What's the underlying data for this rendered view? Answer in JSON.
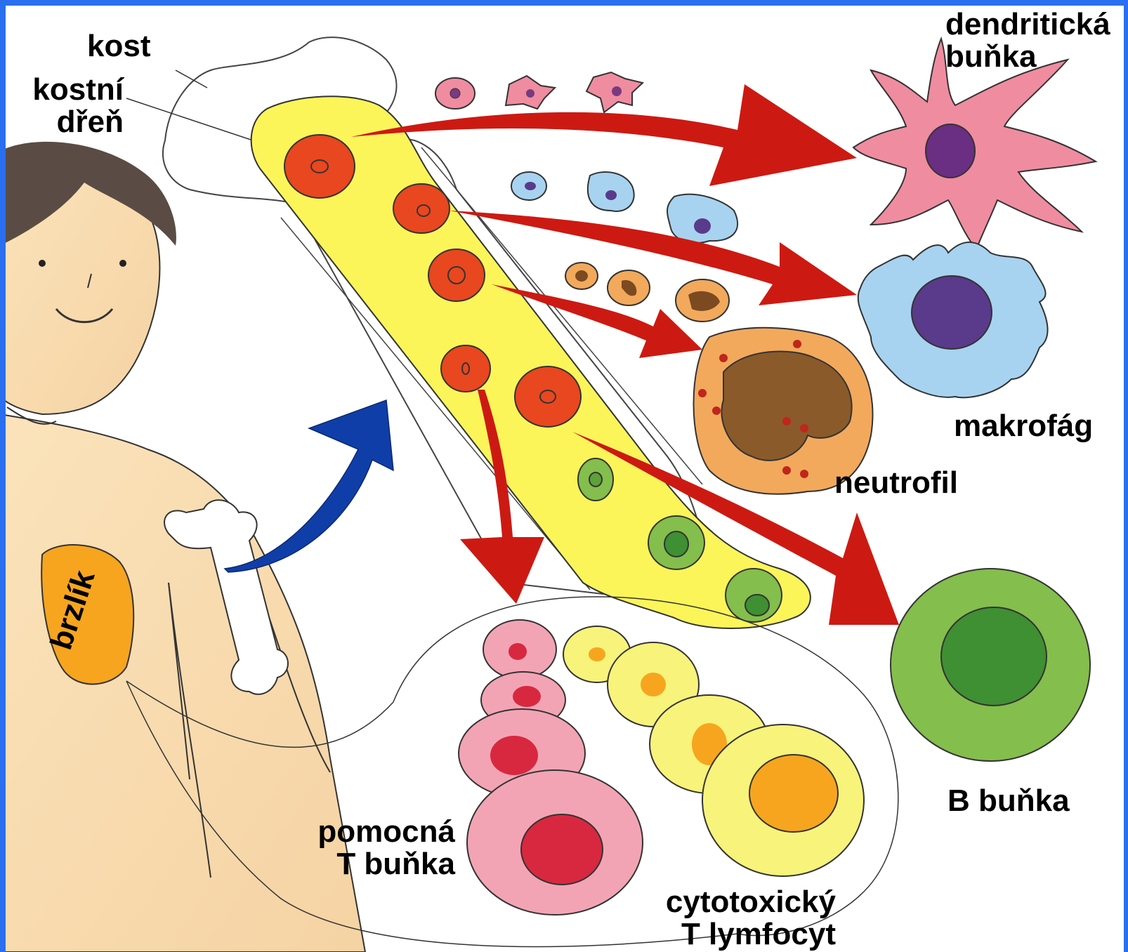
{
  "labels": {
    "kost": "kost",
    "kostni_dren": "kostní\ndřeň",
    "dendriticka_bunka": "dendritická\nbuňka",
    "makrofag": "makrofág",
    "neutrofil": "neutrofil",
    "b_bunka": "B buňka",
    "brzlik": "brzlík",
    "pomocna_t_bunka": "pomocná\nT buňka",
    "cytotoxicky_t_lymfocyt": "cytotoxický\nT lymfocyt"
  },
  "colors": {
    "frame": "#2a6ff0",
    "skin": "#f9ddb0",
    "hair": "#5a4c44",
    "marrow": "#fbf55a",
    "stem_cell": "#e8471f",
    "dendritic": "#f08ca0",
    "macrophage": "#a7d3f0",
    "neutrophil": "#f2a95c",
    "b_cell": "#84be4c",
    "helper_t": "#f3a4b4",
    "cytotoxic_t": "#f8f37a",
    "thymus": "#f7a51f",
    "arrow_red": "#cc1a12",
    "arrow_blue": "#103ea8"
  }
}
